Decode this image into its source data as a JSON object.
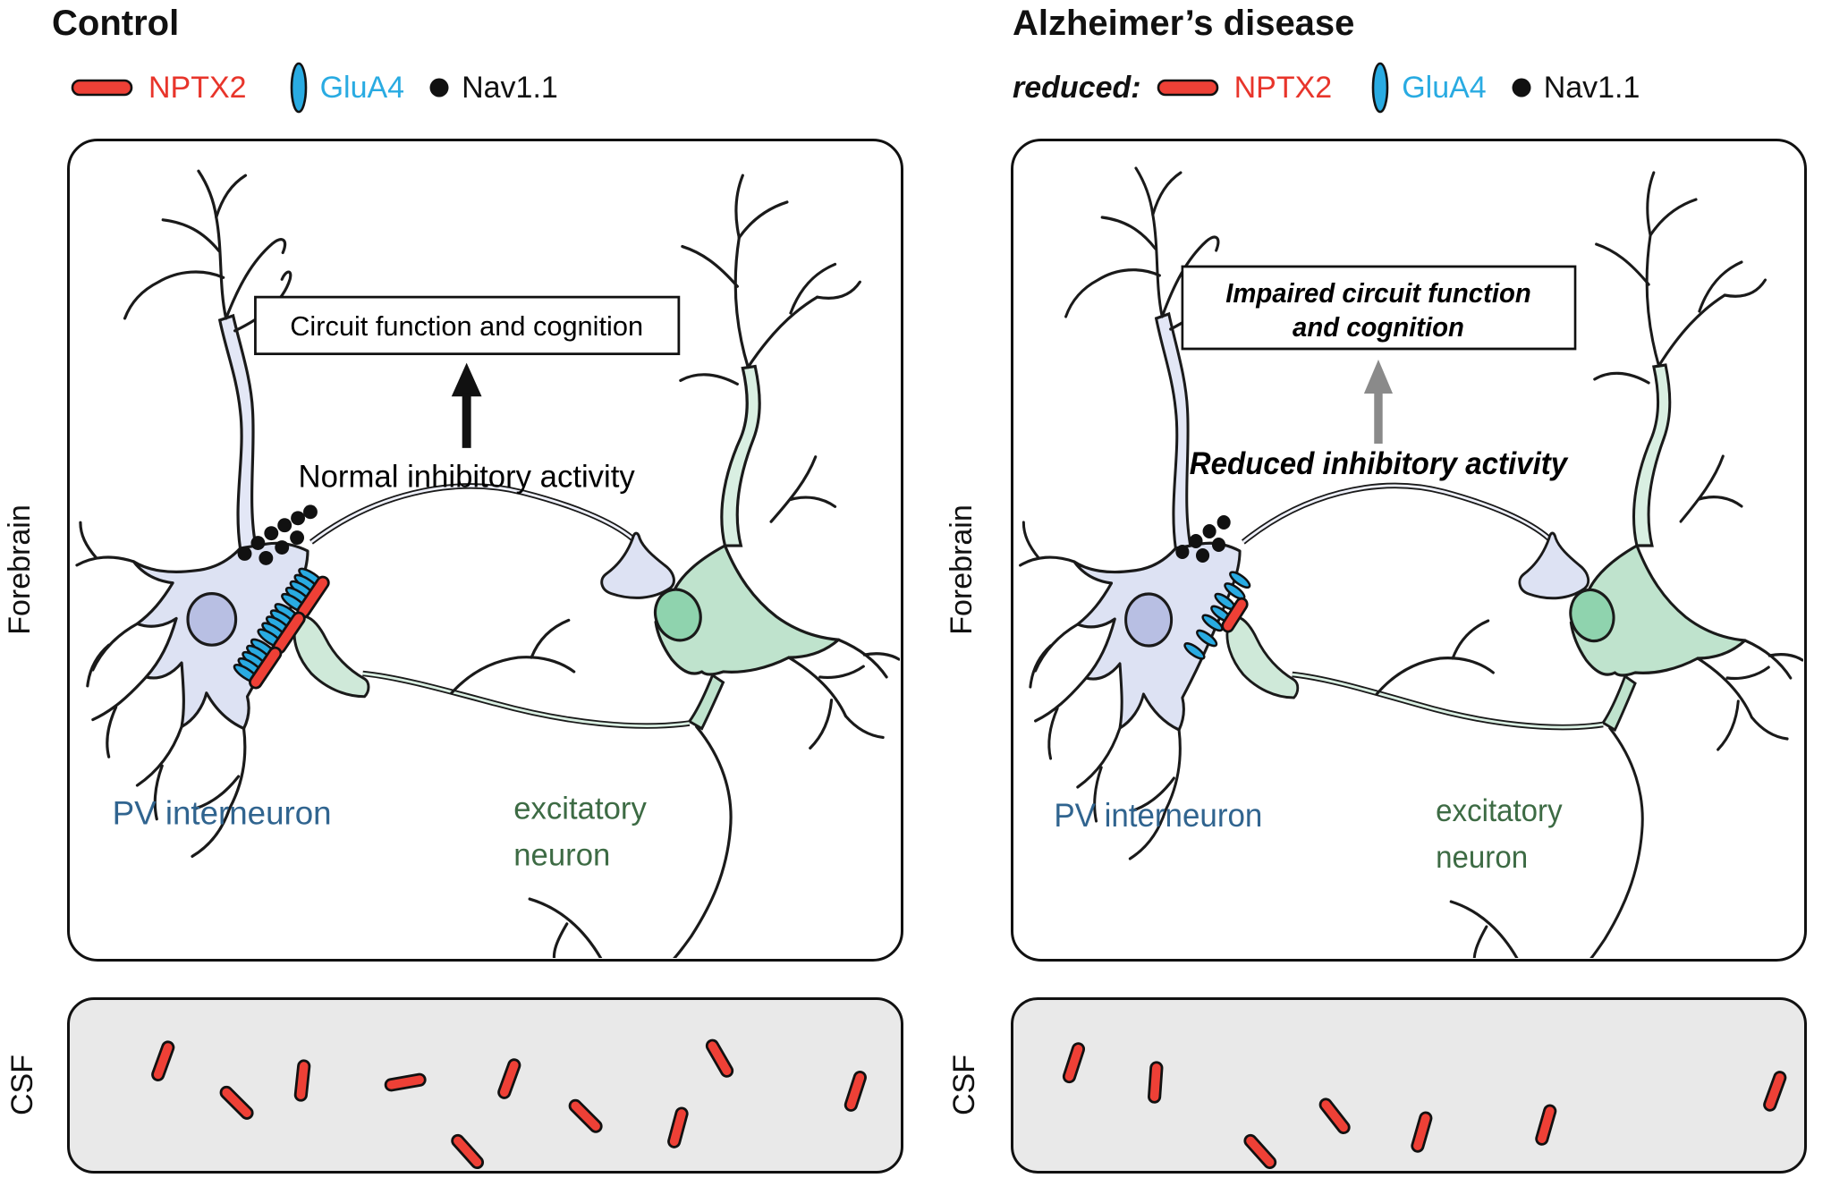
{
  "colors": {
    "nptx2_red": "#ee4036",
    "glua4_blue": "#29abe2",
    "nav_black": "#111111",
    "pv_fill": "#dde2f3",
    "pv_nucleus": "#b8bfe3",
    "exc_fill": "#bfe3cd",
    "exc_nucleus": "#8fd3ae",
    "exc_terminal": "#cfe9d9",
    "csf_bg": "#e9e9e9",
    "arrow_black": "#111111",
    "arrow_gray": "#8a8a8a",
    "pv_text_blue": "#30648f",
    "exc_text_green": "#3d6b44"
  },
  "left": {
    "title": "Control",
    "legend": {
      "nptx2": "NPTX2",
      "glua4": "GluA4",
      "nav11": "Nav1.1"
    },
    "forebrain_label": "Forebrain",
    "csf_label": "CSF",
    "box_line1": "Circuit function and cognition",
    "box_line2": "",
    "activity_label": "Normal inhibitory activity",
    "pv_label": "PV interneuron",
    "exc_line1": "excitatory",
    "exc_line2": "neuron",
    "arrow_color": "#111111",
    "nav_dots": [
      [
        197,
        461
      ],
      [
        212,
        449
      ],
      [
        227,
        438
      ],
      [
        242,
        429
      ],
      [
        257,
        421
      ],
      [
        271,
        414
      ],
      [
        221,
        466
      ],
      [
        239,
        454
      ],
      [
        256,
        443
      ]
    ],
    "glua4_size": [
      16,
      5.2
    ],
    "glua4": [
      [
        0,
        0
      ],
      [
        8.6,
        0
      ],
      [
        17.2,
        0
      ],
      [
        25.8,
        0
      ],
      [
        34.4,
        0
      ],
      [
        48,
        0
      ],
      [
        56.6,
        0
      ],
      [
        65.2,
        0
      ],
      [
        73.8,
        0
      ],
      [
        82.4,
        0
      ],
      [
        96,
        0
      ],
      [
        104.6,
        0
      ],
      [
        113.2,
        0
      ],
      [
        121.8,
        0
      ],
      [
        130.4,
        0
      ]
    ],
    "nptx2": [
      [
        17,
        -14,
        52
      ],
      [
        65.5,
        -14,
        52
      ],
      [
        113,
        -14,
        52
      ]
    ],
    "csf_rods": [
      [
        105,
        68,
        20
      ],
      [
        188,
        115,
        -45
      ],
      [
        262,
        90,
        6
      ],
      [
        378,
        92,
        80
      ],
      [
        495,
        88,
        20
      ],
      [
        581,
        130,
        -45
      ],
      [
        448,
        170,
        -42
      ],
      [
        685,
        143,
        15
      ],
      [
        732,
        65,
        -30
      ],
      [
        885,
        102,
        18
      ]
    ]
  },
  "right": {
    "title": "Alzheimer’s disease",
    "reduced_label": "reduced:",
    "legend": {
      "nptx2": "NPTX2",
      "glua4": "GluA4",
      "nav11": "Nav1.1"
    },
    "forebrain_label": "Forebrain",
    "csf_label": "CSF",
    "box_line1": "Impaired circuit function",
    "box_line2": "and cognition",
    "activity_label": "Reduced inhibitory activity",
    "pv_label": "PV interneuron",
    "exc_line1": "excitatory",
    "exc_line2": "neuron",
    "arrow_color": "#8a8a8a",
    "nav_dots": [
      [
        200,
        459
      ],
      [
        216,
        447
      ],
      [
        232,
        436
      ],
      [
        249,
        426
      ],
      [
        224,
        463
      ],
      [
        243,
        451
      ]
    ],
    "glua4_size": [
      13.5,
      4.8
    ],
    "glua4": [
      [
        4,
        2
      ],
      [
        18,
        0
      ],
      [
        34,
        3
      ],
      [
        48,
        -1
      ],
      [
        62,
        2
      ],
      [
        80,
        -2
      ],
      [
        100,
        2
      ]
    ],
    "nptx2": [
      [
        40,
        -15,
        42
      ]
    ],
    "csf_rods": [
      [
        68,
        70,
        18
      ],
      [
        160,
        92,
        4
      ],
      [
        278,
        170,
        -42
      ],
      [
        362,
        130,
        -38
      ],
      [
        460,
        148,
        16
      ],
      [
        600,
        140,
        16
      ],
      [
        858,
        102,
        20
      ]
    ]
  }
}
